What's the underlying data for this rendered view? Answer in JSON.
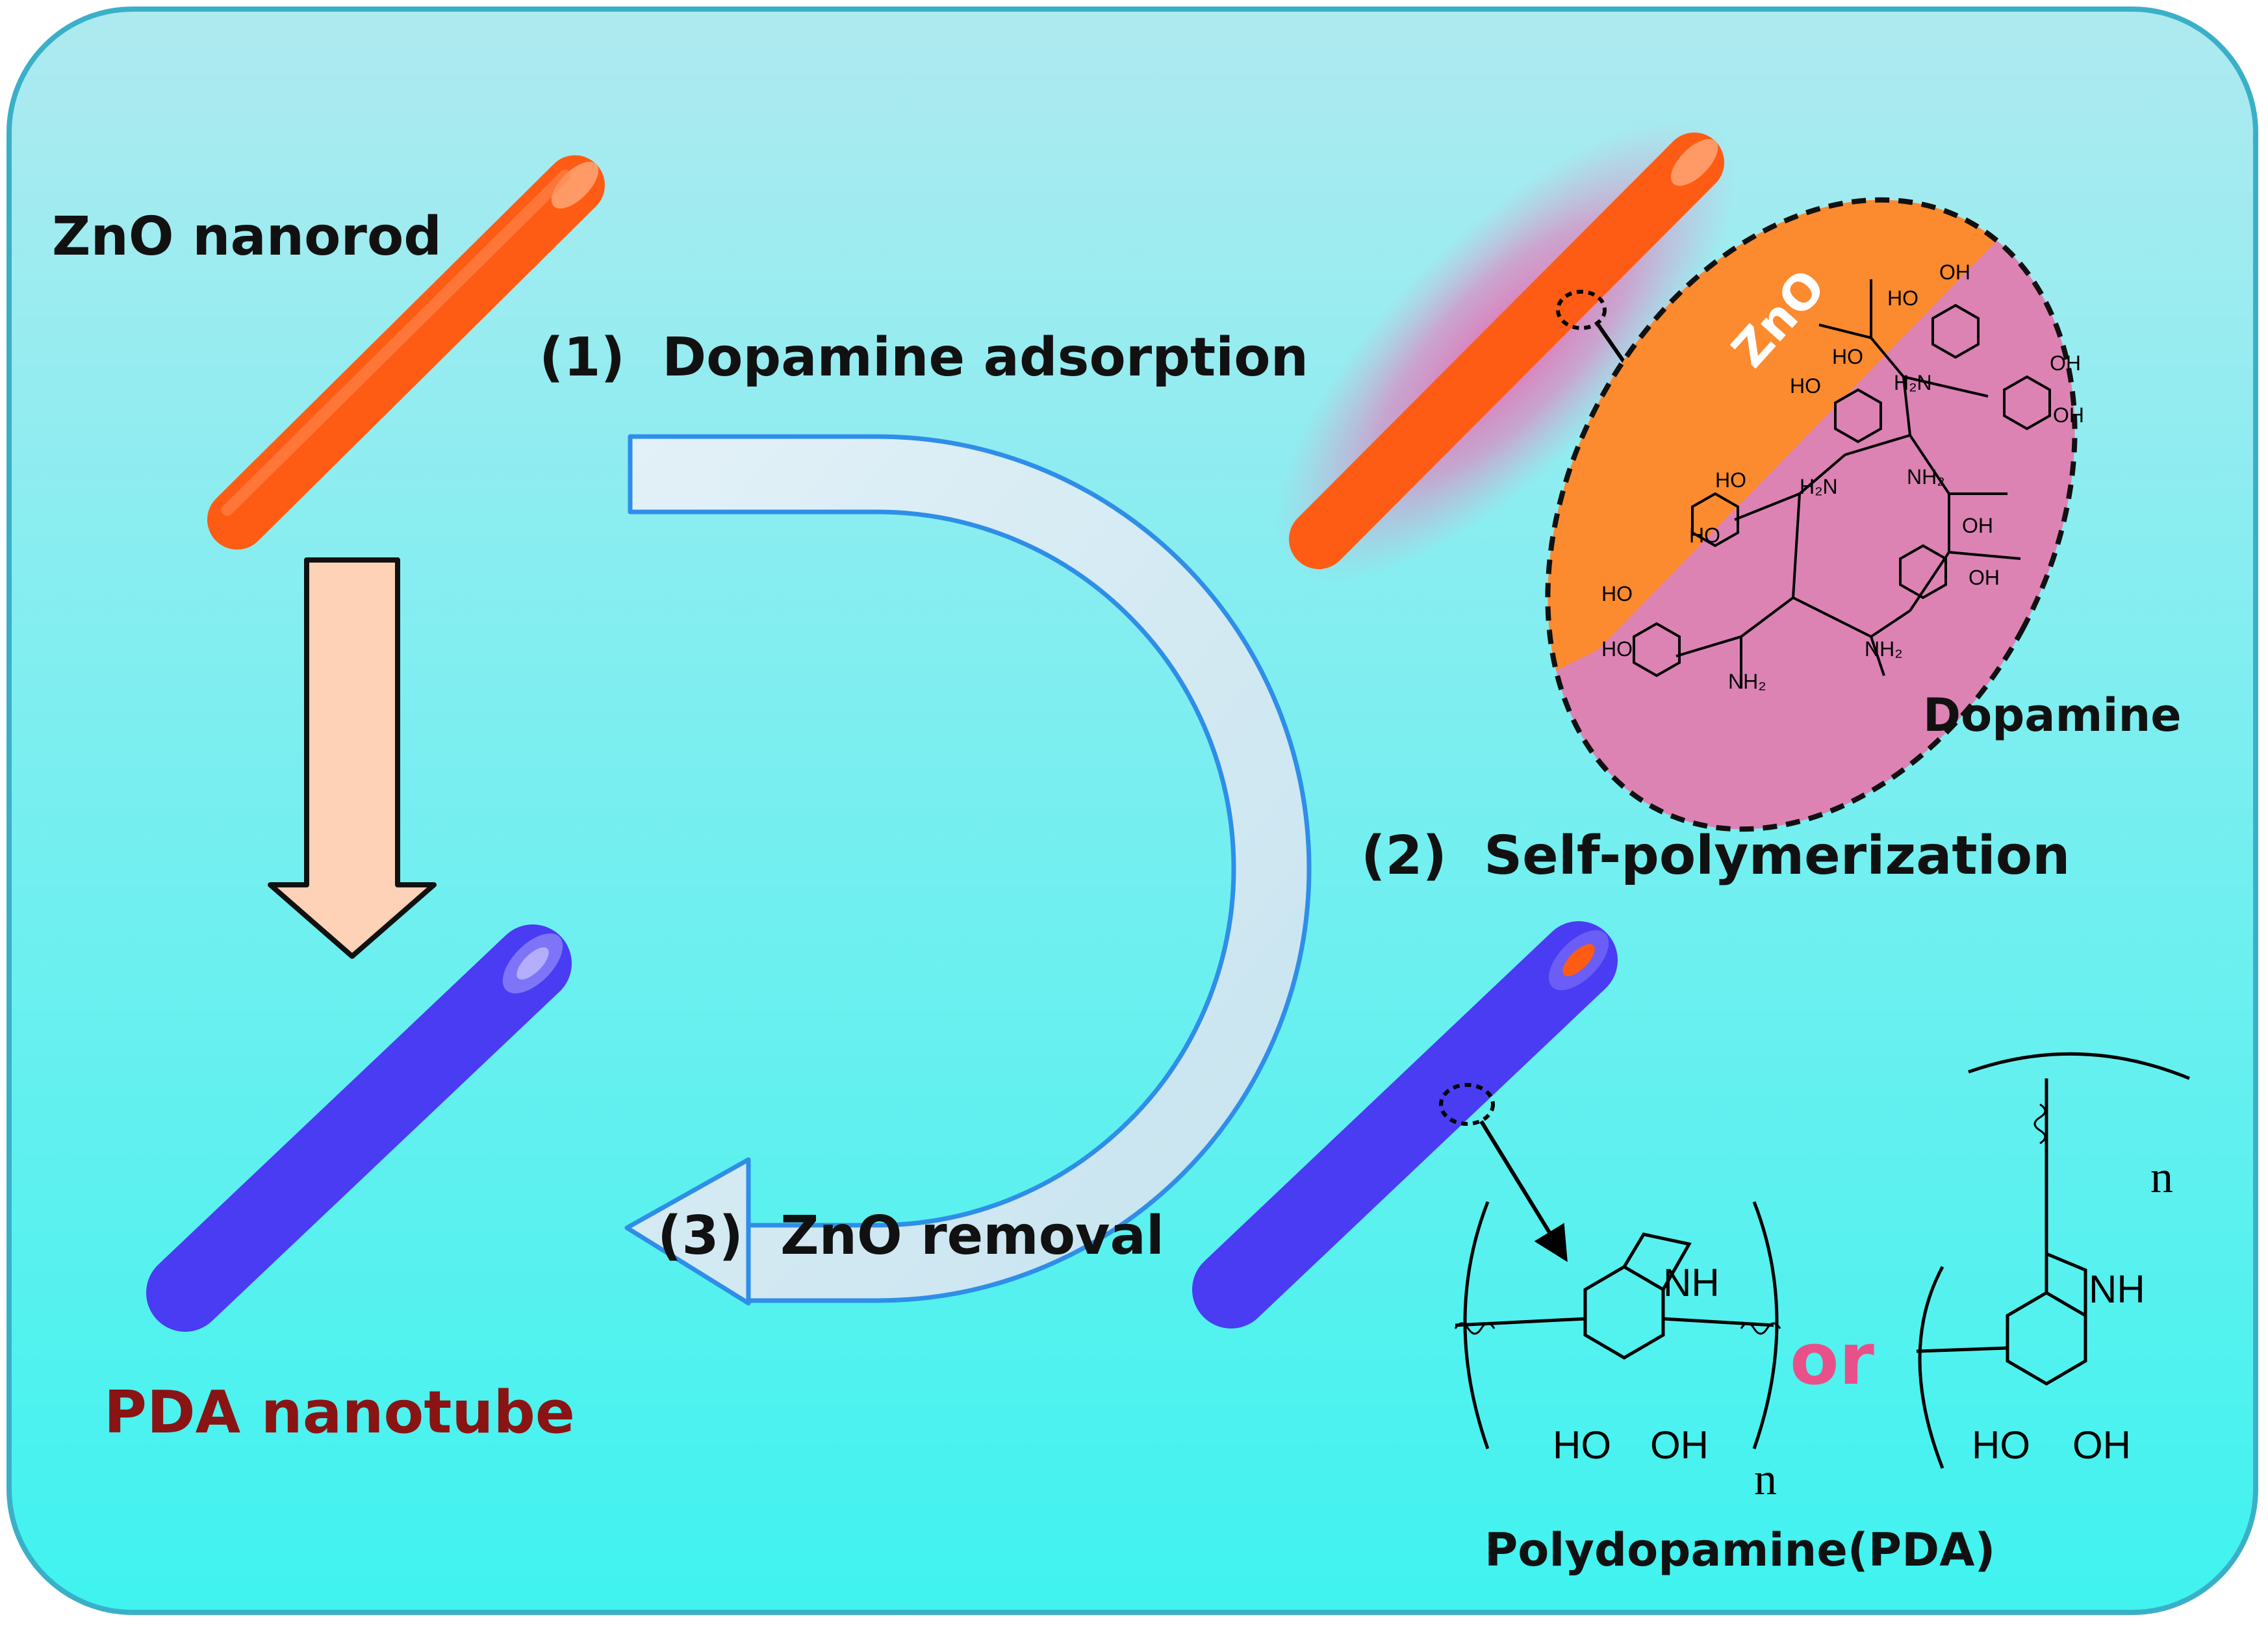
{
  "labels": {
    "zno_nanorod": "ZnO nanorod",
    "step1": "(1)  Dopamine adsorption",
    "step2": "(2)  Self-polymerization",
    "step3": "(3)  ZnO removal",
    "pda_nanotube": "PDA nanotube",
    "dopamine": "Dopamine",
    "zno_inset": "ZnO",
    "polydopamine": "Polydopamine(PDA)",
    "or": "or"
  },
  "chem": {
    "ho": "HO",
    "oh": "OH",
    "h2n": "H₂N",
    "nh2": "NH₂",
    "nh": "NH",
    "n": "n"
  },
  "colors": {
    "background_top": "#aeeaf0",
    "background_bottom": "#3ff3ef",
    "zno_rod": "#fe5c14",
    "pda_tube": "#4a3cf2",
    "inset_zno": "#fc8a2e",
    "inset_dopamine": "#dc83b4",
    "arrow_main": "#cfe7f2",
    "arrow_down": "#fdd2b6",
    "pda_label": "#8a1414",
    "or": "#e8508a"
  }
}
